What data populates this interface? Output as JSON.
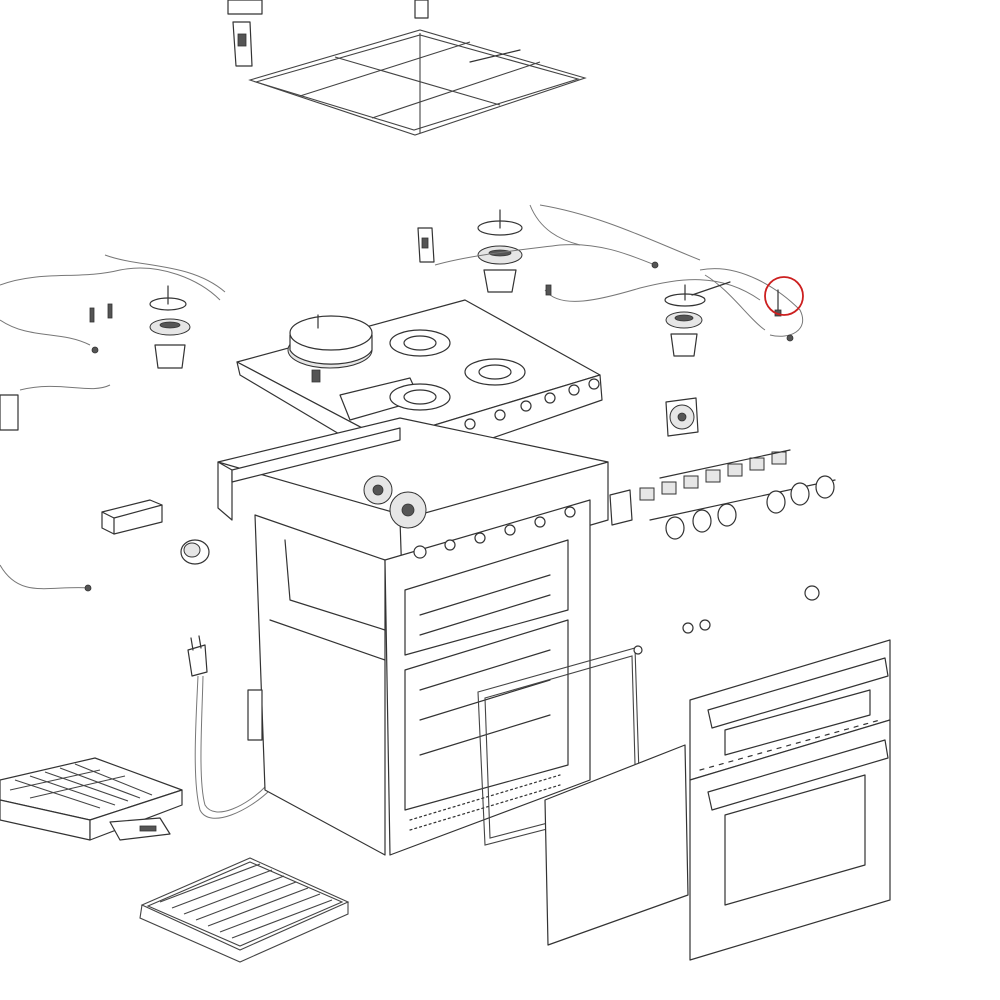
{
  "diagram": {
    "kind": "exploded-parts-view",
    "highlight": {
      "shape": "circle",
      "color": "#cc1f1f",
      "target": "burner-thermocouple-right"
    },
    "parts": [
      "pan-support-grid",
      "hinge-brackets",
      "hob-top-plate",
      "wok-burner",
      "burner-caps",
      "burner-assemblies",
      "thermocouple-wiring",
      "cabinet-body",
      "oven-cavity",
      "control-panel",
      "gas-valves",
      "control-knobs",
      "cooling-fan",
      "power-cord",
      "terminal-block",
      "grill-pan",
      "oven-shelf",
      "door-frame-rack",
      "inner-glass-panel",
      "upper-door",
      "lower-door",
      "oven-lamp"
    ]
  }
}
